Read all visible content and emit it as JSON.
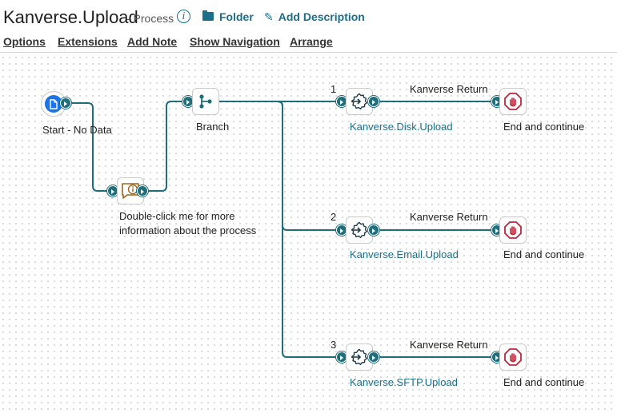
{
  "header": {
    "title": "Kanverse.Upload",
    "subtitle": "- Process",
    "info_icon": "i",
    "folder_label": "Folder",
    "description_label": "Add Description"
  },
  "menu": [
    "Options",
    "Extensions",
    "Add Note",
    "Show Navigation",
    "Arrange"
  ],
  "colors": {
    "accent": "#1b6f8a",
    "connector": "#1e6e7b",
    "start": "#1a73e8",
    "stop": "#c0263a",
    "note_icon": "#a0631d"
  },
  "shapes": {
    "start": {
      "label": "Start - No Data",
      "icon": "document-icon"
    },
    "note": {
      "label": "Double-click me for more information about the process",
      "icon": "note-info-icon"
    },
    "branch": {
      "label": "Branch",
      "icon": "branch-icon"
    },
    "paths": [
      {
        "number": "1",
        "return_label": "Kanverse Return",
        "subprocess": "Kanverse.Disk.Upload",
        "end": "End and continue"
      },
      {
        "number": "2",
        "return_label": "Kanverse Return",
        "subprocess": "Kanverse.Email.Upload",
        "end": "End and continue"
      },
      {
        "number": "3",
        "return_label": "Kanverse Return",
        "subprocess": "Kanverse.SFTP.Upload",
        "end": "End and continue"
      }
    ]
  }
}
